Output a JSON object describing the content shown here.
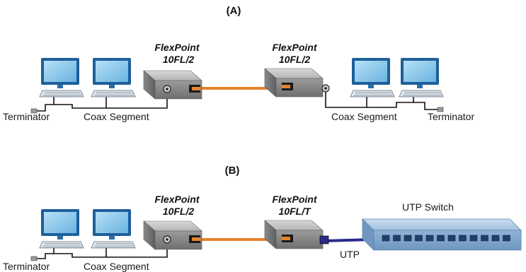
{
  "panel_a": {
    "title": "(A)",
    "left_device": {
      "line1": "FlexPoint",
      "line2": "10FL/2"
    },
    "right_device": {
      "line1": "FlexPoint",
      "line2": "10FL/2"
    },
    "left_terminator": "Terminator",
    "left_segment": "Coax Segment",
    "right_segment": "Coax Segment",
    "right_terminator": "Terminator"
  },
  "panel_b": {
    "title": "(B)",
    "left_device": {
      "line1": "FlexPoint",
      "line2": "10FL/2"
    },
    "right_device": {
      "line1": "FlexPoint",
      "line2": "10FL/T"
    },
    "switch_label": "UTP Switch",
    "utp_label": "UTP",
    "left_terminator": "Terminator",
    "left_segment": "Coax Segment"
  },
  "colors": {
    "fiber": "#e8822a",
    "utp_cable": "#2a2a8c",
    "screen": "#86c6ea",
    "switch": "#a9c7e4"
  }
}
